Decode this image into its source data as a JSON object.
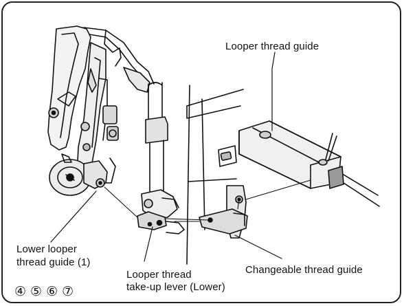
{
  "labels": {
    "looper_thread_guide": "Looper thread guide",
    "lower_looper_guide_line1": "Lower looper",
    "lower_looper_guide_line2": "thread guide (1)",
    "takeup_lever_line1": "Looper thread",
    "takeup_lever_line2": "take-up lever (Lower)",
    "changeable_thread_guide": "Changeable thread guide"
  },
  "steps": [
    "④",
    "⑤",
    "⑥",
    "⑦"
  ]
}
